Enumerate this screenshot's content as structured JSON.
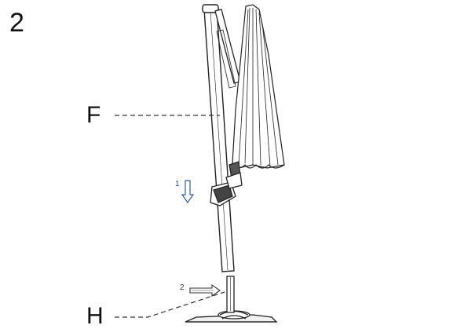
{
  "step": {
    "number": "2"
  },
  "callouts": {
    "pole": "F",
    "base": "H"
  },
  "step_markers": {
    "down_arrow": "1",
    "insert_arrow": "2"
  },
  "colors": {
    "line": "#222222",
    "arrow_blue": "#2a5cb8"
  }
}
